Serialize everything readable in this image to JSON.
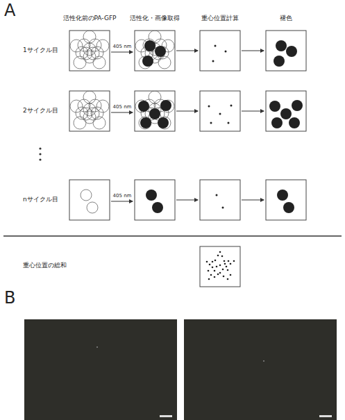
{
  "diagram": {
    "labels": [
      "A",
      "活性化前のPA-GFP",
      "活性化・画像取得",
      "重心位置計算",
      "褪色",
      "1サイクル目",
      "405 nm",
      "2サイクル目",
      "405 nm",
      "nサイクル目",
      "405 nm",
      "重心位置の総和",
      "B"
    ]
  }
}
